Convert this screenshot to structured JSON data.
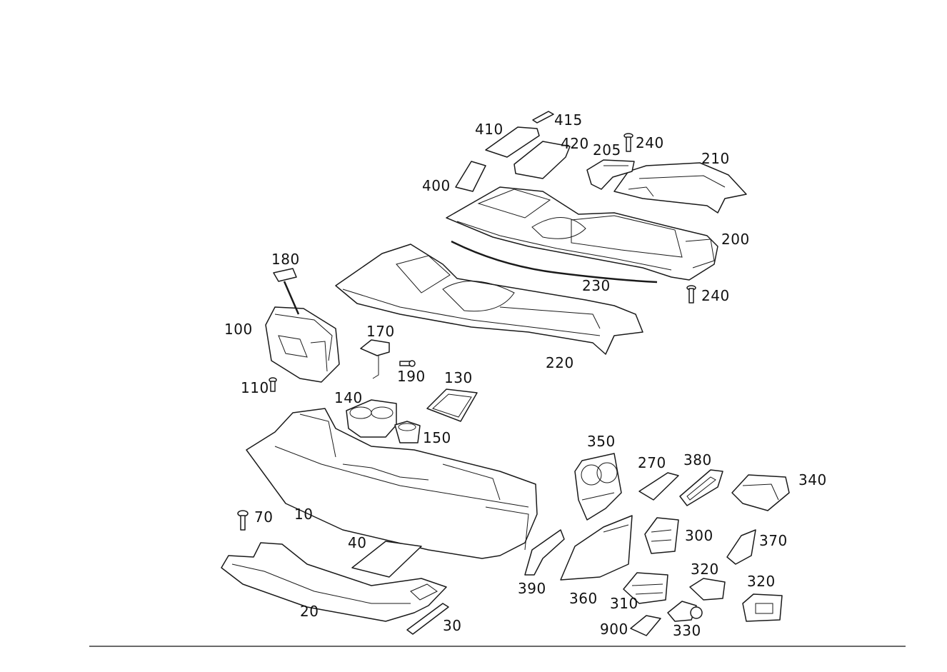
{
  "diagram": {
    "type": "exploded-parts-view",
    "callouts": {
      "c10": "10",
      "c20": "20",
      "c30": "30",
      "c40": "40",
      "c70": "70",
      "c100": "100",
      "c110": "110",
      "c130": "130",
      "c140": "140",
      "c150": "150",
      "c170": "170",
      "c180": "180",
      "c190": "190",
      "c200": "200",
      "c205": "205",
      "c210": "210",
      "c220": "220",
      "c230": "230",
      "c240a": "240",
      "c240b": "240",
      "c270": "270",
      "c300": "300",
      "c310": "310",
      "c320a": "320",
      "c320b": "320",
      "c330": "330",
      "c340": "340",
      "c350": "350",
      "c360": "360",
      "c370": "370",
      "c380": "380",
      "c390": "390",
      "c400": "400",
      "c410": "410",
      "c415": "415",
      "c420": "420",
      "c900": "900"
    },
    "colors": {
      "line": "#1a1a1a",
      "background": "#ffffff"
    }
  }
}
